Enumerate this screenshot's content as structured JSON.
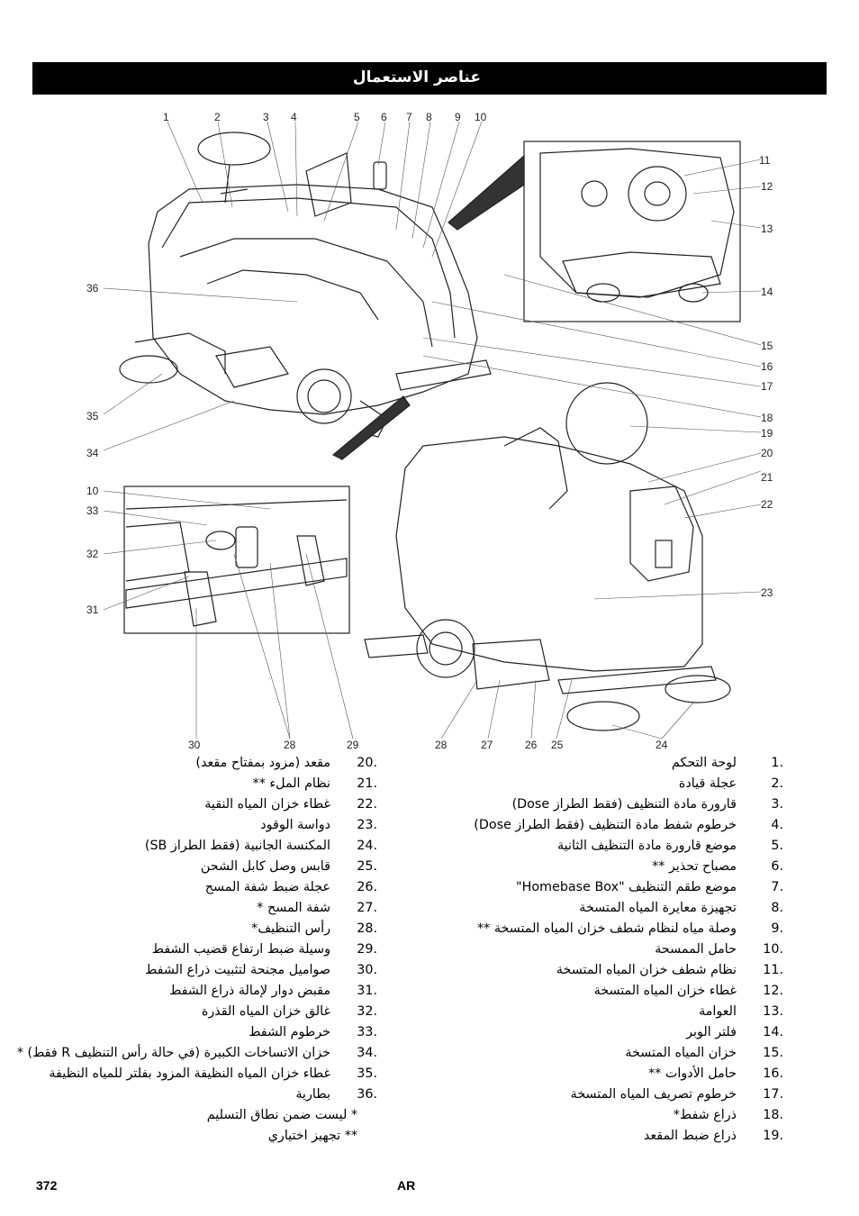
{
  "header": {
    "title": "عناصر الاستعمال"
  },
  "figure": {
    "callouts": [
      "1",
      "2",
      "3",
      "4",
      "5",
      "6",
      "7",
      "8",
      "9",
      "10",
      "11",
      "12",
      "13",
      "14",
      "15",
      "16",
      "17",
      "18",
      "19",
      "20",
      "21",
      "22",
      "23",
      "24",
      "25",
      "26",
      "27",
      "28",
      "29",
      "30",
      "31",
      "32",
      "33",
      "34",
      "35",
      "36",
      "10",
      "28"
    ]
  },
  "items_right": [
    {
      "n": "1.",
      "t": "لوحة التحكم"
    },
    {
      "n": "2.",
      "t": "عجلة قيادة"
    },
    {
      "n": "3.",
      "t": "قارورة مادة التنظيف (فقط الطراز Dose)"
    },
    {
      "n": "4.",
      "t": "خرطوم شفط مادة التنظيف (فقط الطراز Dose)"
    },
    {
      "n": "5.",
      "t": "موضع قارورة مادة التنظيف الثانية"
    },
    {
      "n": "6.",
      "t": "مصباح تحذير **"
    },
    {
      "n": "7.",
      "t": "موضع طقم التنظيف \"Homebase Box\""
    },
    {
      "n": "8.",
      "t": "تجهيزة معايرة المياه المتسخة"
    },
    {
      "n": "9.",
      "t": "وصلة مياه لنظام شطف خزان المياه المتسخة **"
    },
    {
      "n": "10.",
      "t": "حامل الممسحة"
    },
    {
      "n": "11.",
      "t": "نظام شطف خزان المياه المتسخة"
    },
    {
      "n": "12.",
      "t": "غطاء خزان المياه المتسخة"
    },
    {
      "n": "13.",
      "t": "العوامة"
    },
    {
      "n": "14.",
      "t": "فلتر الوبر"
    },
    {
      "n": "15.",
      "t": "خزان المياه المتسخة"
    },
    {
      "n": "16.",
      "t": "حامل الأدوات **"
    },
    {
      "n": "17.",
      "t": "خرطوم تصريف المياه المتسخة"
    },
    {
      "n": "18.",
      "t": "ذراع شفط*"
    },
    {
      "n": "19.",
      "t": "ذراع ضبط المقعد"
    }
  ],
  "items_left": [
    {
      "n": "20.",
      "t": "مقعد (مزود بمفتاح مقعد)"
    },
    {
      "n": "21.",
      "t": "نظام الملء **"
    },
    {
      "n": "22.",
      "t": "غطاء خزان المياه النقية"
    },
    {
      "n": "23.",
      "t": "دواسة الوقود"
    },
    {
      "n": "24.",
      "t": "المكنسة الجانبية (فقط الطراز SB)"
    },
    {
      "n": "25.",
      "t": "قابس وصل كابل الشحن"
    },
    {
      "n": "26.",
      "t": "عجلة ضبط شفة المسح"
    },
    {
      "n": "27.",
      "t": "شفة المسح *"
    },
    {
      "n": "28.",
      "t": "رأس التنظيف*"
    },
    {
      "n": "29.",
      "t": "وسيلة ضبط ارتفاع قضيب الشفط"
    },
    {
      "n": "30.",
      "t": "صواميل مجنحة لتثبيت ذراع الشفط"
    },
    {
      "n": "31.",
      "t": "مقبض دوار لإمالة ذراع الشفط"
    },
    {
      "n": "32.",
      "t": "غالق خزان المياه القذرة"
    },
    {
      "n": "33.",
      "t": "خرطوم الشفط"
    },
    {
      "n": "34.",
      "t": "خزان الاتساخات الكبيرة (في حالة رأس التنظيف R فقط) *"
    },
    {
      "n": "35.",
      "t": "غطاء خزان المياه النظيفة المزود بفلتر للمياه النظيفة"
    },
    {
      "n": "36.",
      "t": "بطارية"
    }
  ],
  "notes": [
    "* ليست ضمن نطاق التسليم",
    "** تجهيز اختياري"
  ],
  "footer": {
    "page": "372",
    "lang": "AR"
  }
}
